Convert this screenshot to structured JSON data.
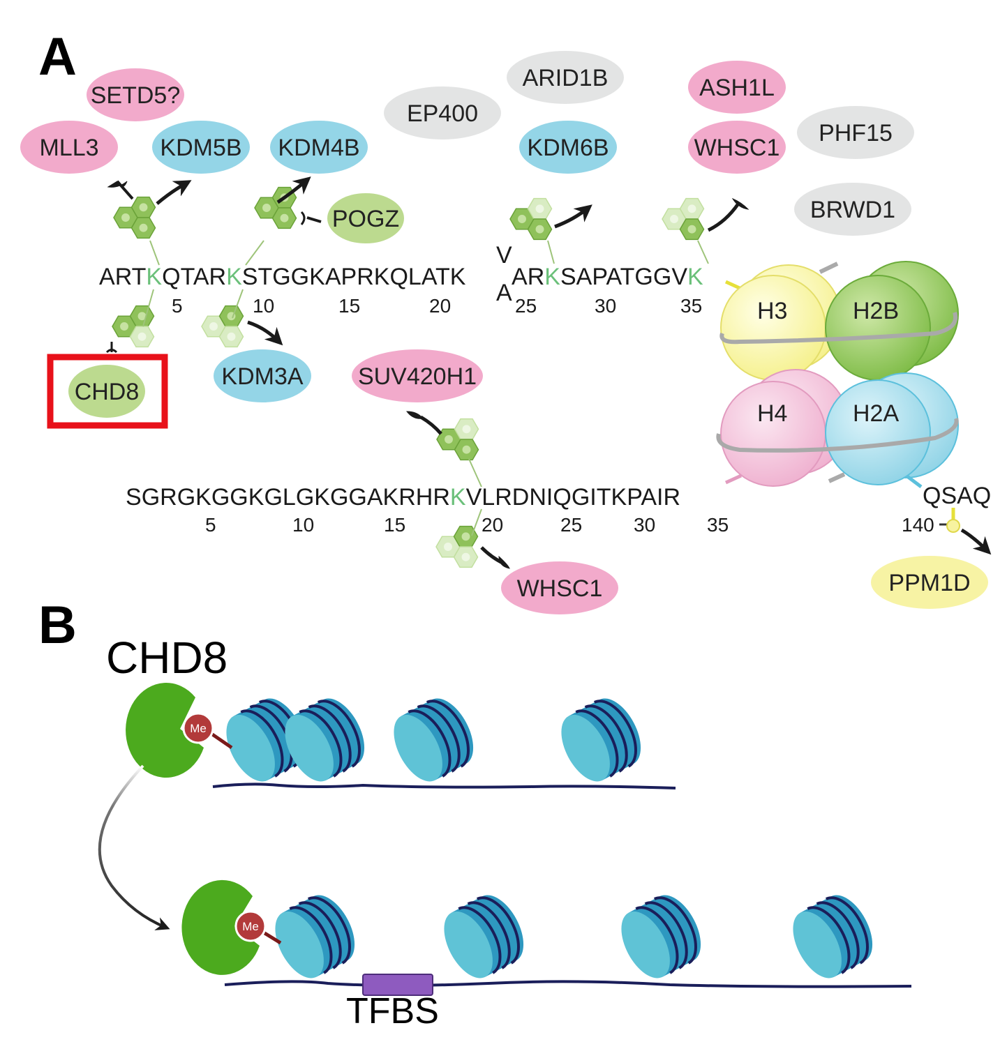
{
  "panels": {
    "a": "A",
    "b": "B"
  },
  "colors": {
    "writer": "#f2a6c9",
    "eraser": "#8fd3e6",
    "reader_green": "#b9d98a",
    "reader_gray": "#e2e3e3",
    "lysine": "#6bc07a",
    "nucleosome": "#4bb8cf",
    "chd8": "#4caa1e",
    "methyl": "#b23a3a",
    "tfbs": "#8e5bbf",
    "highlight": "#e8111a"
  },
  "h3": {
    "seq_before_va": "ARTKQTARKSTGGKAPRKQLATK",
    "seq_after_va": "ARKSAPATGGVK",
    "variant_top": "V",
    "variant_bottom": "A",
    "numbers": [
      "5",
      "10",
      "15",
      "20",
      "25",
      "30",
      "35"
    ]
  },
  "h4": {
    "seq": "SGRGKGGKGLGKGGAKRHRKVLRDNIQGITKPAIR",
    "numbers": [
      "5",
      "10",
      "15",
      "20",
      "25",
      "30",
      "35"
    ]
  },
  "h2a_tail": {
    "seq": "QSAQ",
    "number": "140"
  },
  "histones": {
    "h3": "H3",
    "h2b": "H2B",
    "h4": "H4",
    "h2a": "H2A"
  },
  "proteins": {
    "setd5": "SETD5?",
    "mll3": "MLL3",
    "kdm5b": "KDM5B",
    "kdm4b": "KDM4B",
    "pogz": "POGZ",
    "ep400": "EP400",
    "arid1b": "ARID1B",
    "kdm6b": "KDM6B",
    "ash1l": "ASH1L",
    "whsc1_h3": "WHSC1",
    "phf15": "PHF15",
    "brwd1": "BRWD1",
    "chd8": "CHD8",
    "kdm3a": "KDM3A",
    "suv420h1": "SUV420H1",
    "whsc1_h4": "WHSC1",
    "ppm1d": "PPM1D"
  },
  "panel_b": {
    "title": "CHD8",
    "me": "Me",
    "tfbs": "TFBS"
  }
}
